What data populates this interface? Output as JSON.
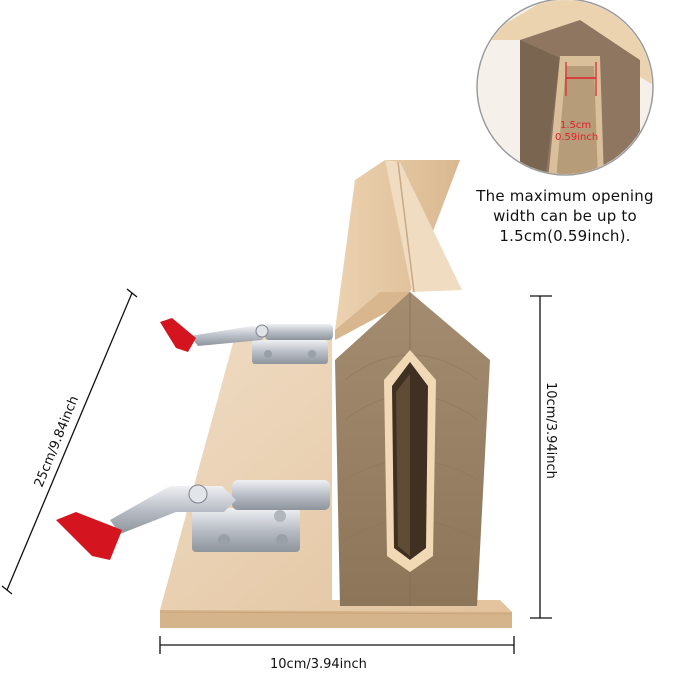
{
  "dimensions": {
    "length": "25cm/9.84inch",
    "height": "10cm/3.94inch",
    "width": "10cm/3.94inch"
  },
  "inset": {
    "opening_label_1": "1.5cm",
    "opening_label_2": "0.59inch",
    "marker_color": "#e0202a"
  },
  "caption": {
    "line1": "The maximum opening",
    "line2": "width can be up to",
    "line3": "1.5cm(0.59inch)."
  },
  "colors": {
    "base_wood": "#e3c4a0",
    "block_end_grain": "#9a8468",
    "clamp_handle": "#d4141e",
    "clamp_metal": "#c8ccd2"
  }
}
